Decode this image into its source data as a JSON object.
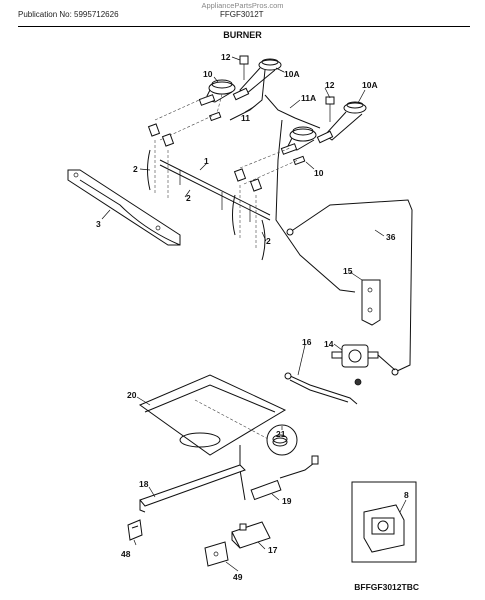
{
  "header": {
    "publication": "Publication No: 5995712626",
    "model": "FFGF3012T",
    "watermark": "AppliancePartsPros.com"
  },
  "title": "BURNER",
  "callouts": [
    "12",
    "10",
    "10A",
    "12",
    "10A",
    "11A",
    "11",
    "10",
    "1",
    "2",
    "2",
    "3",
    "2",
    "36",
    "15",
    "14",
    "16",
    "20",
    "21",
    "18",
    "19",
    "8",
    "48",
    "17",
    "49"
  ],
  "inset_label": "BFFGF3012TBC"
}
